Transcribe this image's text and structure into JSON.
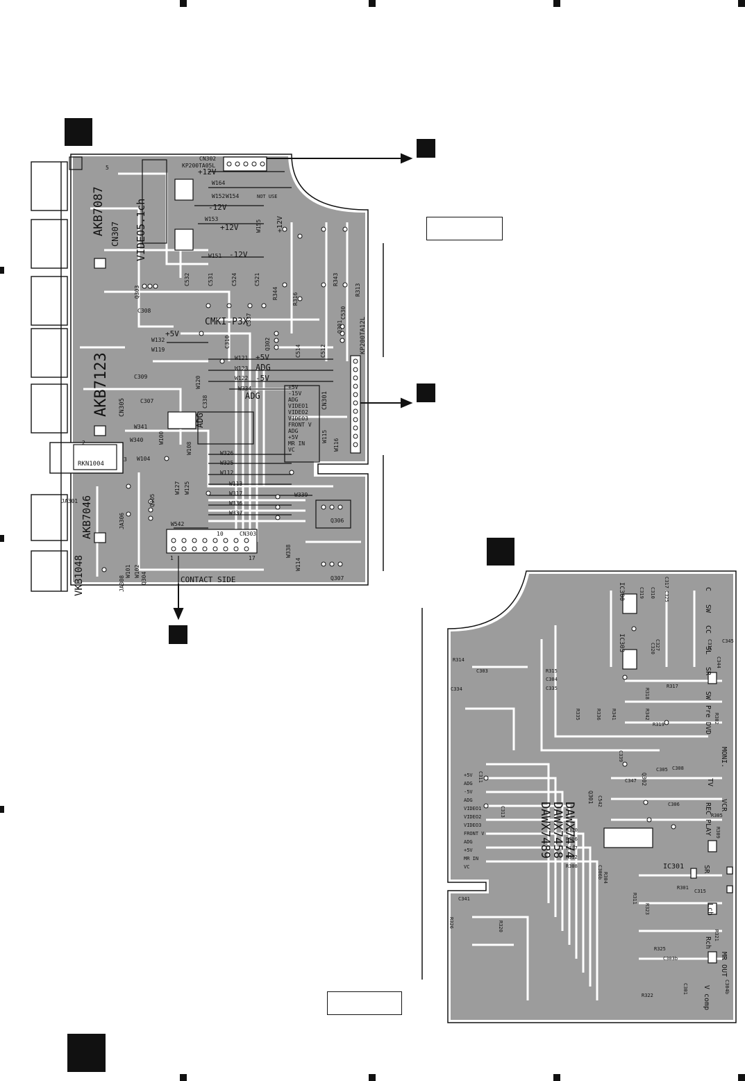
{
  "board_top": {
    "connectors": {
      "cn302": "CN302",
      "cn302_part": "KP200TA05L",
      "cn301": "CN301",
      "cn301_part": "KP200TA12L",
      "cn303": "CN303",
      "cn307": "CN307",
      "cn305": "CN305",
      "ja301": "JA301",
      "ja308": "JA308",
      "ja306": "JA306"
    },
    "parts": {
      "akb7087": "AKB7087",
      "akb7123": "AKB7123",
      "akb7046": "AKB7046",
      "rkn1004": "RKN1004",
      "vkb1048": "VKB1048",
      "cmki": "CMKI-P3X",
      "video51": "VIDEO5.1ch",
      "adg1": "ADG",
      "adg2": "ADG",
      "adg3": "ADG"
    },
    "voltages": {
      "p12v_top": "+12V",
      "m12v_a": "-12V",
      "p12v_b": "+12V",
      "m12v_c": "-12V",
      "p5v_a": "+5V",
      "p5v_b": "+5V",
      "m5v": "-5V",
      "p12v_c": "+12V"
    },
    "labels": {
      "not_use": "NOT USE",
      "contact_side": "CONTACT SIDE",
      "pin1": "1",
      "pin17": "17",
      "pin10": "10",
      "pin5": "5",
      "pin2": "2",
      "pin3": "3"
    },
    "wires": [
      "W164",
      "W152",
      "W154",
      "W153",
      "W155",
      "W151",
      "W132",
      "W119",
      "W121",
      "W123",
      "W122",
      "W120",
      "W334",
      "W341",
      "W340",
      "W100",
      "W108",
      "W104",
      "W326",
      "W325",
      "W112",
      "W113",
      "W317",
      "W336",
      "W337",
      "W339",
      "W127",
      "W125",
      "W542",
      "W338",
      "W114",
      "W115",
      "W116",
      "W101",
      "W102"
    ],
    "components": [
      "C532",
      "C531",
      "C524",
      "C521",
      "R344",
      "R316",
      "R343",
      "R313",
      "C337",
      "C530",
      "Q303",
      "Q302",
      "Q301",
      "C514",
      "C512",
      "C308",
      "C310",
      "C309",
      "C307",
      "C338",
      "Q305",
      "Q306",
      "Q307",
      "Q304"
    ],
    "cn301_pins": [
      "+5V",
      "-15V",
      "ADG",
      "VIDEO1",
      "VIDEO2",
      "VIDEO3",
      "FRONT V",
      "ADG",
      "+5V",
      "MR IN",
      "VC"
    ]
  },
  "board_bottom": {
    "refs": {
      "ic300": "IC300",
      "ic303": "IC303",
      "ic301": "IC301",
      "q301": "Q301",
      "q302": "Q302",
      "daw_a": "DAWX7474",
      "daw_b": "DAWX7458",
      "daw_c": "DAWX7489"
    },
    "right_labels": [
      "C",
      "SW",
      "CC",
      "SL",
      "SR",
      "SW",
      "Pre DVD",
      "MONI.",
      "TV",
      "VCR",
      "REC PLAY",
      "SR",
      "Lch",
      "Rch",
      "MR OUT",
      "V comp"
    ],
    "left_pins": [
      "+5V",
      "ADG",
      "-5V",
      "ADG",
      "VIDEO1",
      "VIDEO2",
      "VIDEO3",
      "FRONT V",
      "ADG",
      "+5V",
      "MR IN",
      "VC"
    ],
    "components": [
      "R314",
      "C303",
      "C334",
      "R315",
      "C304",
      "C335",
      "C311",
      "C313",
      "C317",
      "C319",
      "C310",
      "C325",
      "C327",
      "C320",
      "C345",
      "C344",
      "C316",
      "R335",
      "R336",
      "R341",
      "R342",
      "R318",
      "R319",
      "R317",
      "C339",
      "C347",
      "C542",
      "C305",
      "C308",
      "C306",
      "C306b",
      "R310",
      "R306",
      "R307",
      "R312",
      "R308",
      "R304",
      "R311",
      "R323",
      "R301",
      "C315",
      "C341",
      "R326",
      "R320",
      "R322",
      "R321",
      "R325",
      "C303b",
      "C301",
      "C304b",
      "R302",
      "R305",
      "R309"
    ]
  },
  "captions": {
    "box_top": "",
    "box_bottom": ""
  }
}
